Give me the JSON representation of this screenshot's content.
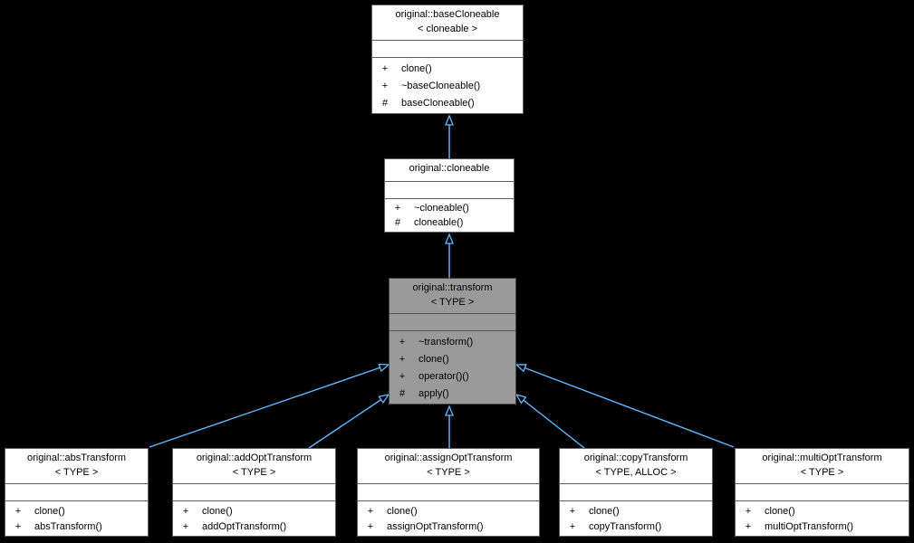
{
  "diagram": {
    "kind": "uml-class-inheritance-graph",
    "background_color": "#000000",
    "node_fill": "#ffffff",
    "node_border": "#5f5f5f",
    "highlight_fill": "#9a9a9a",
    "arrow_color": "#63b8ff",
    "text_color": "#000000"
  },
  "classes": {
    "baseCloneable": {
      "name": "original::baseCloneable",
      "tparams": "< cloneable >",
      "methods": [
        {
          "p": "+",
          "n": "clone()"
        },
        {
          "p": "+",
          "n": "~baseCloneable()"
        },
        {
          "p": "#",
          "n": "baseCloneable()"
        }
      ]
    },
    "cloneable": {
      "name": "original::cloneable",
      "methods": [
        {
          "p": "+",
          "n": "~cloneable()"
        },
        {
          "p": "#",
          "n": "cloneable()"
        }
      ]
    },
    "transform": {
      "name": "original::transform",
      "tparams": "< TYPE >",
      "highlighted": true,
      "methods": [
        {
          "p": "+",
          "n": "~transform()"
        },
        {
          "p": "+",
          "n": "clone()"
        },
        {
          "p": "+",
          "n": "operator()()"
        },
        {
          "p": "#",
          "n": "apply()"
        }
      ]
    },
    "absTransform": {
      "name": "original::absTransform",
      "tparams": "< TYPE >",
      "methods": [
        {
          "p": "+",
          "n": "clone()"
        },
        {
          "p": "+",
          "n": "absTransform()"
        }
      ]
    },
    "addOptTransform": {
      "name": "original::addOptTransform",
      "tparams": "< TYPE >",
      "methods": [
        {
          "p": "+",
          "n": "clone()"
        },
        {
          "p": "+",
          "n": "addOptTransform()"
        }
      ]
    },
    "assignOptTransform": {
      "name": "original::assignOptTransform",
      "tparams": "< TYPE >",
      "methods": [
        {
          "p": "+",
          "n": "clone()"
        },
        {
          "p": "+",
          "n": "assignOptTransform()"
        }
      ]
    },
    "copyTransform": {
      "name": "original::copyTransform",
      "tparams": "< TYPE, ALLOC >",
      "methods": [
        {
          "p": "+",
          "n": "clone()"
        },
        {
          "p": "+",
          "n": "copyTransform()"
        }
      ]
    },
    "multiOptTransform": {
      "name": "original::multiOptTransform",
      "tparams": "< TYPE >",
      "methods": [
        {
          "p": "+",
          "n": "clone()"
        },
        {
          "p": "+",
          "n": "multiOptTransform()"
        }
      ]
    }
  },
  "edges": [
    {
      "child": "original::cloneable",
      "parent": "original::baseCloneable",
      "type": "public-inheritance"
    },
    {
      "child": "original::transform",
      "parent": "original::cloneable",
      "type": "public-inheritance"
    },
    {
      "child": "original::absTransform",
      "parent": "original::transform",
      "type": "public-inheritance"
    },
    {
      "child": "original::addOptTransform",
      "parent": "original::transform",
      "type": "public-inheritance"
    },
    {
      "child": "original::assignOptTransform",
      "parent": "original::transform",
      "type": "public-inheritance"
    },
    {
      "child": "original::copyTransform",
      "parent": "original::transform",
      "type": "public-inheritance"
    },
    {
      "child": "original::multiOptTransform",
      "parent": "original::transform",
      "type": "public-inheritance"
    }
  ]
}
